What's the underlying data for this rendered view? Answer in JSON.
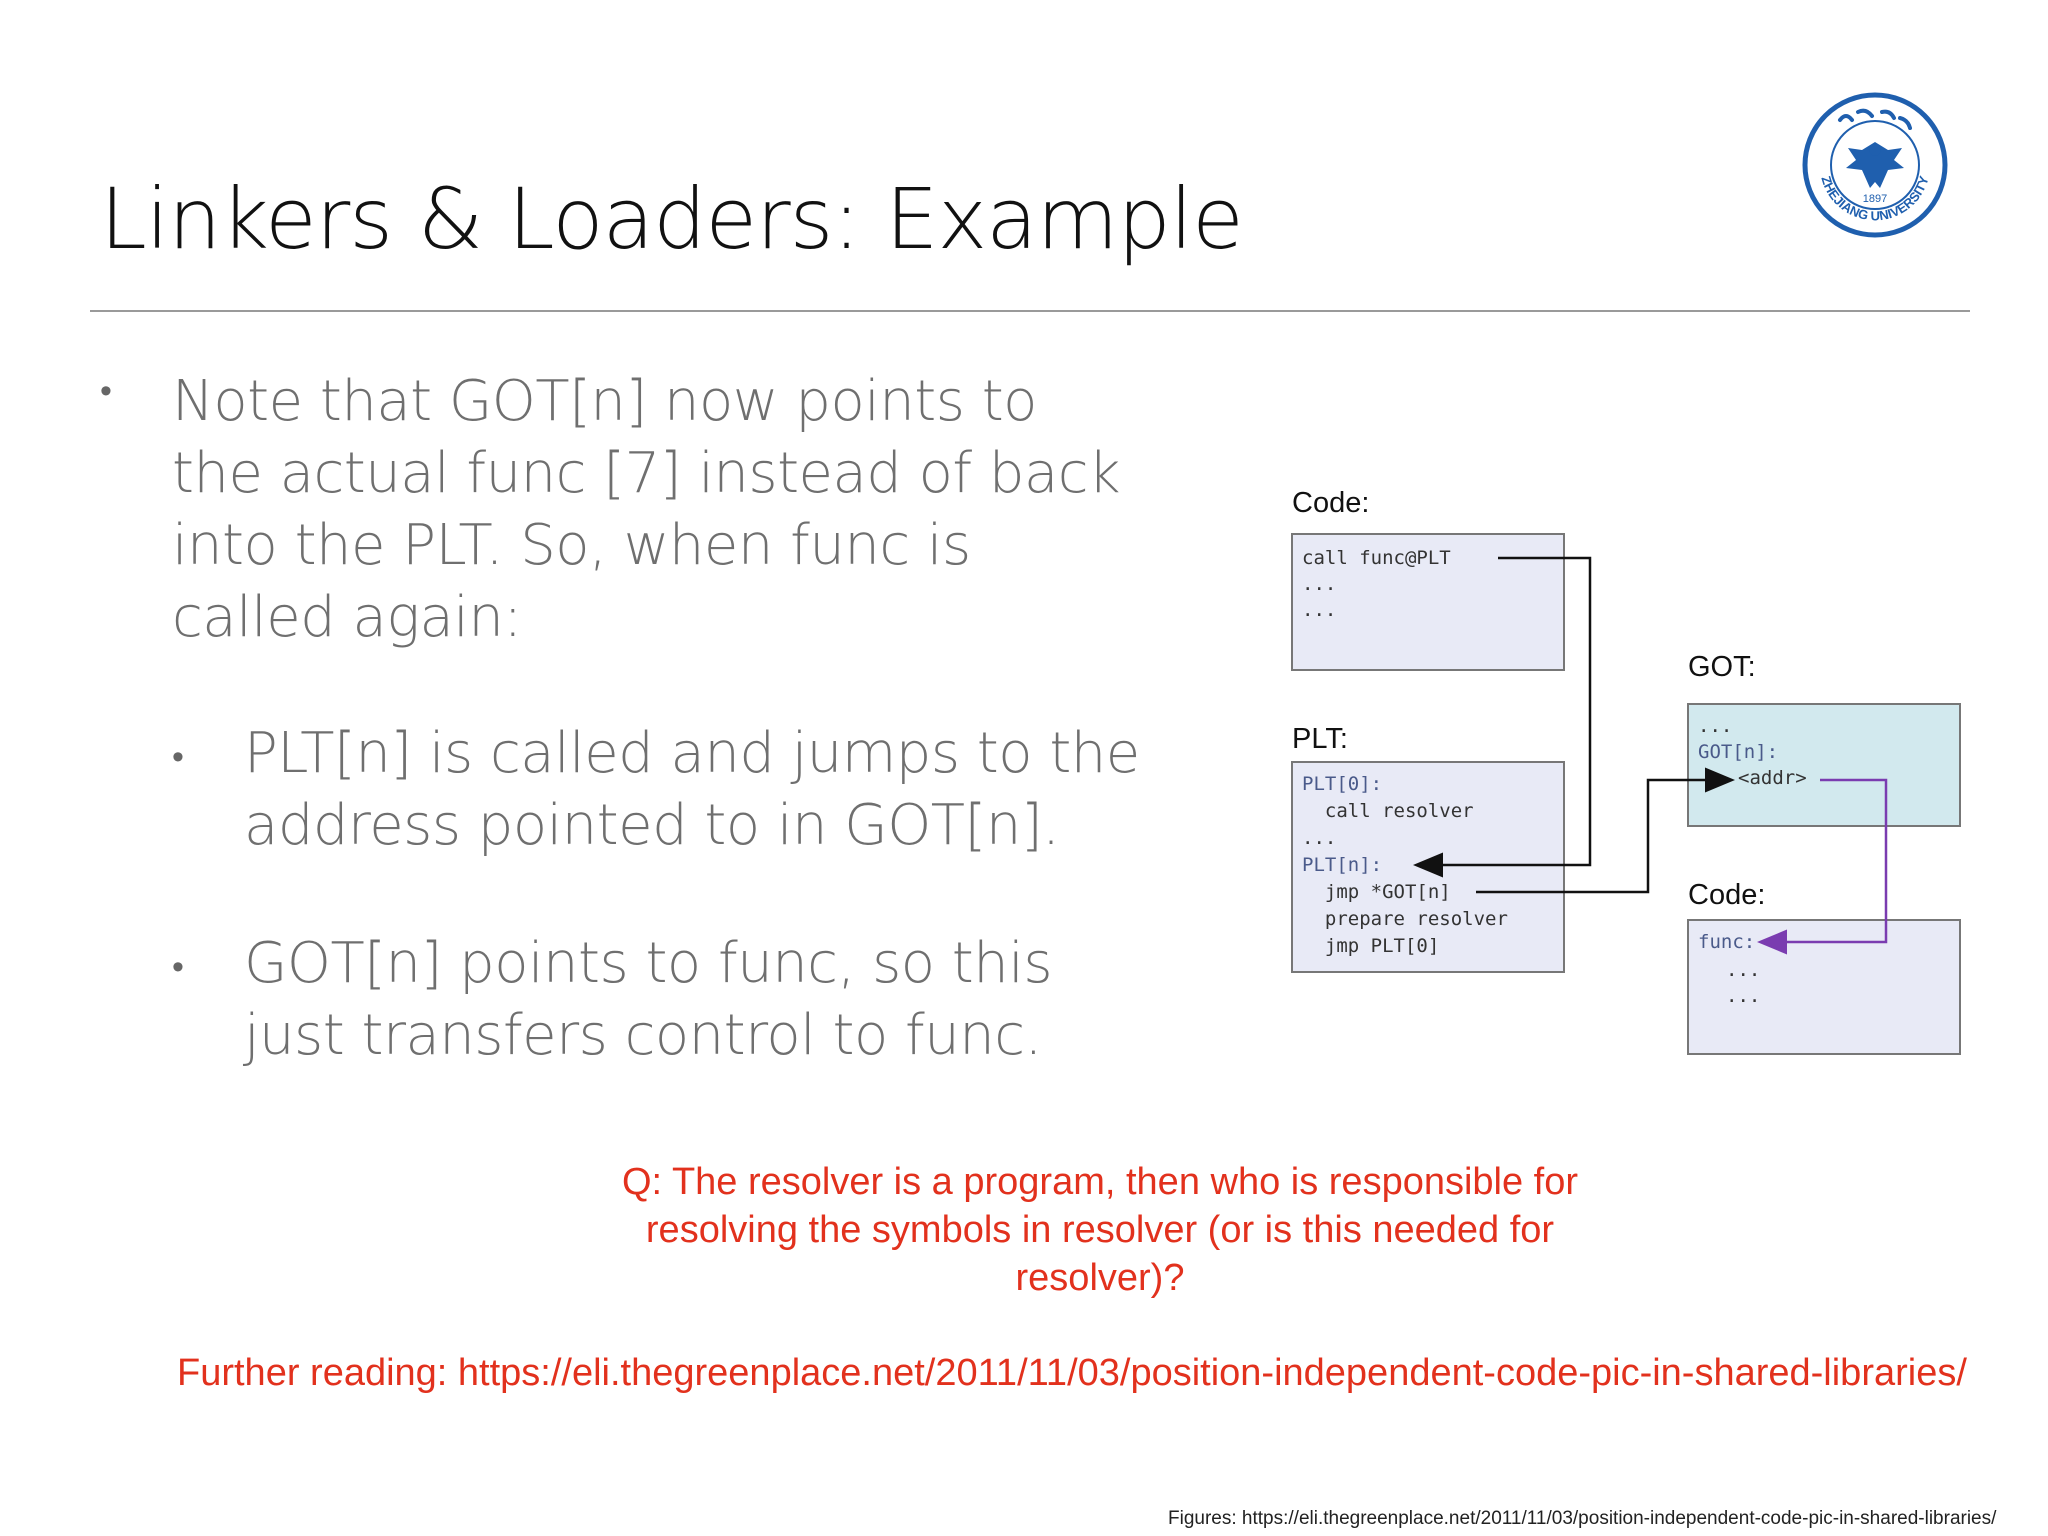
{
  "slide": {
    "title": "Linkers & Loaders: Example",
    "logo": {
      "icon": "zhejiang-university-seal",
      "text": "ZHEJIANG UNIVERSITY",
      "year": "1897",
      "color": "#1f5fae"
    },
    "bullets": [
      {
        "text": "Note that GOT[n] now points to the actual func [7] instead of back into the PLT. So, when func is called again:"
      },
      {
        "text": "PLT[n] is called and jumps to the address pointed to in GOT[n]."
      },
      {
        "text": "GOT[n] points to func, so this just transfers control to func."
      }
    ],
    "bullet_symbol": "•",
    "question": "Q: The resolver is a program, then who is responsible for resolving the symbols in resolver (or is this needed for resolver)?",
    "further_reading": "Further reading: https://eli.thegreenplace.net/2011/11/03/position-independent-code-pic-in-shared-libraries/",
    "figures_credit": "Figures: https://eli.thegreenplace.net/2011/11/03/position-independent-code-pic-in-shared-libraries/",
    "accent_color": "#e2311d"
  },
  "diagram": {
    "code_top": {
      "label": "Code:",
      "lines": [
        "call func@PLT",
        "...",
        "..."
      ]
    },
    "plt": {
      "label": "PLT:",
      "lines": [
        "PLT[0]:",
        "  call resolver",
        "...",
        "PLT[n]:",
        "  jmp *GOT[n]",
        "  prepare resolver",
        "  jmp PLT[0]"
      ]
    },
    "got": {
      "label": "GOT:",
      "lines": [
        "...",
        "GOT[n]:",
        "<addr>"
      ]
    },
    "code_bottom": {
      "label": "Code:",
      "lines": [
        "func:",
        "...",
        "..."
      ]
    },
    "colors": {
      "box_fill": "#e8eaf6",
      "got_fill": "#d2e9ee",
      "arrow_black": "#111111",
      "arrow_purple": "#7a3cb0"
    }
  }
}
